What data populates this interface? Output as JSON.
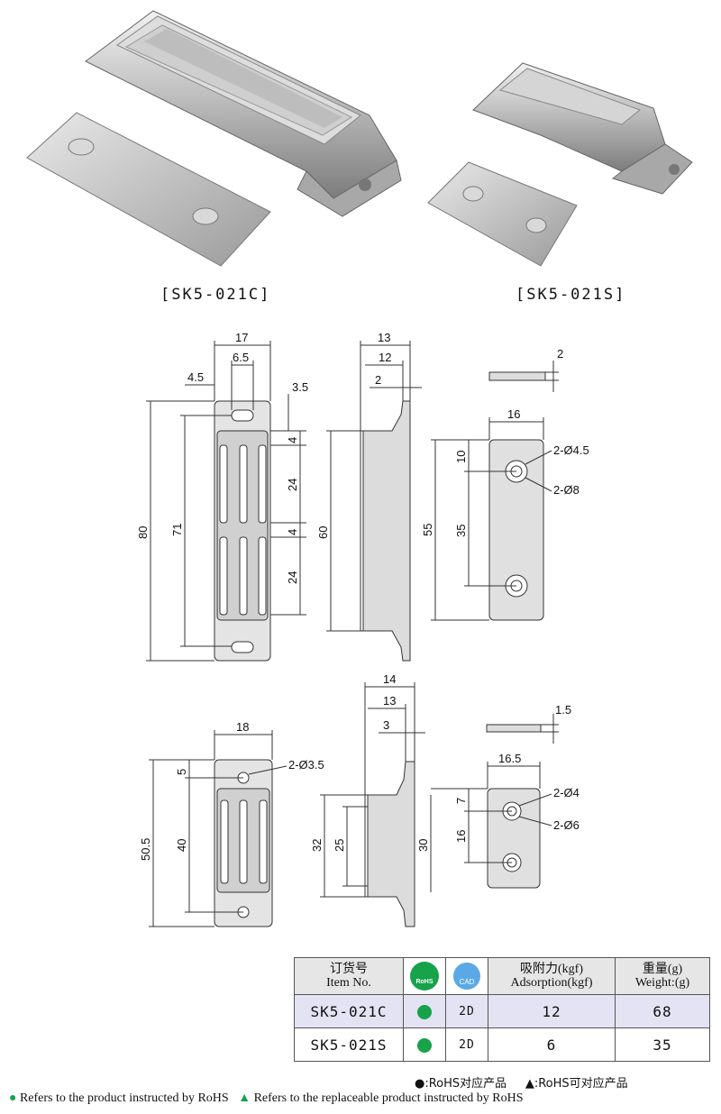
{
  "products": {
    "left_caption": "[SK5-021C]",
    "right_caption": "[SK5-021S]"
  },
  "drawing_c": {
    "dims": {
      "w17": "17",
      "w6_5": "6.5",
      "d4_5": "4.5",
      "d3_5": "3.5",
      "h80": "80",
      "h71": "71",
      "h4a": "4",
      "h24a": "24",
      "h4b": "4",
      "h24b": "24",
      "s13": "13",
      "s12": "12",
      "s2": "2",
      "s60": "60",
      "p2": "2",
      "p16": "16",
      "p10": "10",
      "p35": "35",
      "p55": "55",
      "hole_small": "2-Ø4.5",
      "hole_big": "2-Ø8"
    }
  },
  "drawing_s": {
    "dims": {
      "w18": "18",
      "hole": "2-Ø3.5",
      "d5": "5",
      "h50_5": "50.5",
      "h40": "40",
      "s14": "14",
      "s13": "13",
      "s3": "3",
      "s32": "32",
      "s25": "25",
      "s30": "30",
      "p1_5": "1.5",
      "p16_5": "16.5",
      "p7": "7",
      "p16": "16",
      "hole_small": "2-Ø4",
      "hole_big": "2-Ø6"
    }
  },
  "table": {
    "h_item_cn": "订货号",
    "h_item_en": "Item No.",
    "h_rohs": "RoHS",
    "h_cad": "CAD",
    "h_ads_cn": "吸附力(kgf)",
    "h_ads_en": "Adsorption(kgf)",
    "h_wt_cn": "重量(g)",
    "h_wt_en": "Weight:(g)",
    "rows": [
      {
        "item": "SK5-021C",
        "cad": "2D",
        "adsorption": "12",
        "weight": "68"
      },
      {
        "item": "SK5-021S",
        "cad": "2D",
        "adsorption": "6",
        "weight": "35"
      }
    ]
  },
  "legend": {
    "cn_dot": "●:RoHS对应产品",
    "cn_tri": "▲:RoHS可对应产品",
    "en_dot_text": "Refers to the product instructed by RoHS",
    "en_tri_text": "Refers to the replaceable product instructed by RoHS",
    "dot_glyph": "●",
    "tri_glyph": "▲"
  },
  "colors": {
    "rohs_green": "#16a34a",
    "cad_blue": "#5aa9e6"
  }
}
